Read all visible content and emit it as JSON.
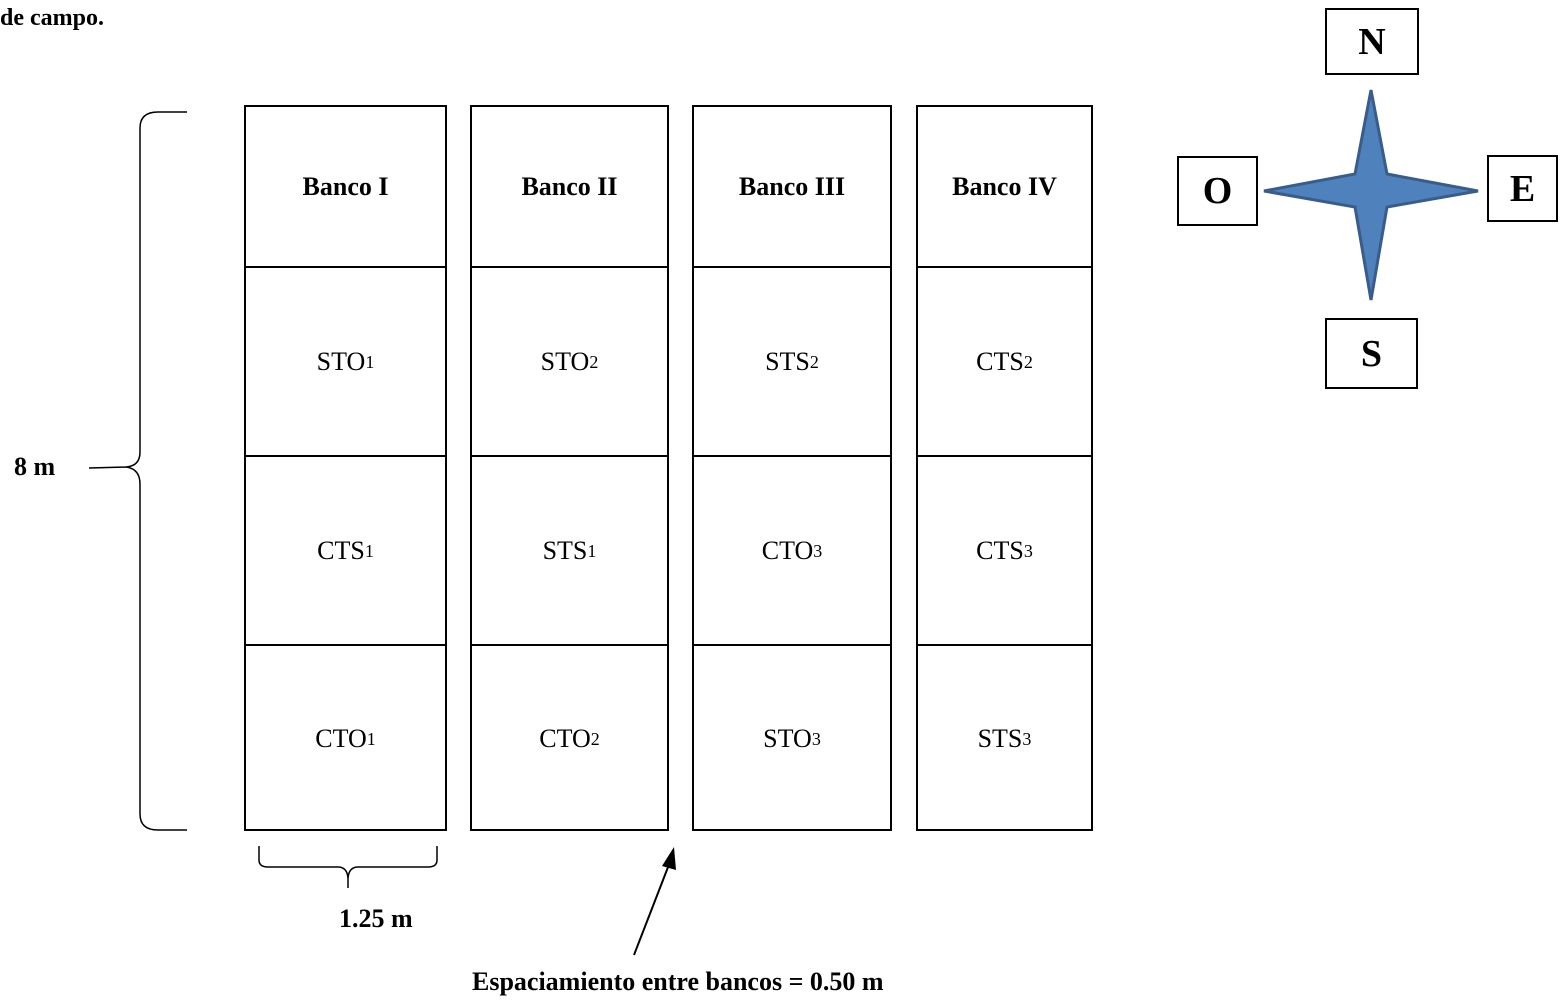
{
  "caption": "de campo.",
  "banks": [
    {
      "header": "Banco I",
      "plots": [
        {
          "code": "STO",
          "sub": "1"
        },
        {
          "code": "CTS",
          "sub": "1"
        },
        {
          "code": "CTO",
          "sub": "1"
        }
      ]
    },
    {
      "header": "Banco II",
      "plots": [
        {
          "code": "STO",
          "sub": "2"
        },
        {
          "code": "STS",
          "sub": "1"
        },
        {
          "code": "CTO",
          "sub": "2"
        }
      ]
    },
    {
      "header": "Banco III",
      "plots": [
        {
          "code": "STS",
          "sub": "2"
        },
        {
          "code": "CTO",
          "sub": "3"
        },
        {
          "code": "STO",
          "sub": "3"
        }
      ]
    },
    {
      "header": "Banco IV",
      "plots": [
        {
          "code": "CTS",
          "sub": "2"
        },
        {
          "code": "CTS",
          "sub": "3"
        },
        {
          "code": "STS",
          "sub": "3"
        }
      ]
    }
  ],
  "dimensions": {
    "length": "8 m",
    "width": "1.25 m",
    "spacing": "Espaciamiento entre bancos = 0.50 m"
  },
  "compass": {
    "north": "N",
    "south": "S",
    "east": "E",
    "west": "O",
    "fill_color": "#4f81bd",
    "stroke_color": "#385d8a"
  }
}
